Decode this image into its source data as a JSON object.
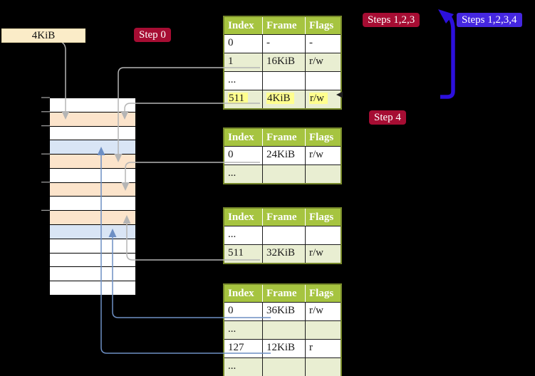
{
  "frame_label": "4KiB",
  "badges": {
    "step0": "Step 0",
    "steps123": "Steps 1,2,3",
    "steps1234": "Steps 1,2,3,4",
    "step4": "Step 4"
  },
  "colors": {
    "badge_red": "#a60d33",
    "badge_blue": "#4527e0",
    "big_arrow_blue": "#2c10dc",
    "connector_gray": "#b5b5b5",
    "connector_blue": "#6d8fc4",
    "table_header_green": "#a6c440",
    "table_shade_green": "#e9eed2",
    "highlight_yellow": "#ffff8f",
    "memory_peach": "#fce4cb",
    "memory_blue": "#d9e5f5",
    "frame_label_cream": "#fbecc8"
  },
  "page_tables": [
    {
      "headers": [
        "Index",
        "Frame",
        "Flags"
      ],
      "rows": [
        {
          "cells": [
            "0",
            "-",
            "-"
          ],
          "shaded": false,
          "highlight": false
        },
        {
          "cells": [
            "1",
            "16KiB",
            "r/w"
          ],
          "shaded": true,
          "highlight": false
        },
        {
          "cells": [
            "...",
            "",
            ""
          ],
          "shaded": false,
          "highlight": false
        },
        {
          "cells": [
            "511",
            "4KiB",
            "r/w"
          ],
          "shaded": true,
          "highlight": true
        }
      ]
    },
    {
      "headers": [
        "Index",
        "Frame",
        "Flags"
      ],
      "rows": [
        {
          "cells": [
            "0",
            "24KiB",
            "r/w"
          ],
          "shaded": false,
          "highlight": false
        },
        {
          "cells": [
            "...",
            "",
            ""
          ],
          "shaded": true,
          "highlight": false
        }
      ]
    },
    {
      "headers": [
        "Index",
        "Frame",
        "Flags"
      ],
      "rows": [
        {
          "cells": [
            "...",
            "",
            ""
          ],
          "shaded": false,
          "highlight": false
        },
        {
          "cells": [
            "511",
            "32KiB",
            "r/w"
          ],
          "shaded": true,
          "highlight": false
        }
      ]
    },
    {
      "headers": [
        "Index",
        "Frame",
        "Flags"
      ],
      "rows": [
        {
          "cells": [
            "0",
            "36KiB",
            "r/w"
          ],
          "shaded": false,
          "highlight": false
        },
        {
          "cells": [
            "...",
            "",
            ""
          ],
          "shaded": true,
          "highlight": false
        },
        {
          "cells": [
            "127",
            "12KiB",
            "r"
          ],
          "shaded": false,
          "highlight": false
        },
        {
          "cells": [
            "...",
            "",
            ""
          ],
          "shaded": true,
          "highlight": false
        }
      ]
    }
  ],
  "memory": {
    "rows": [
      "white",
      "peach",
      "white",
      "blue",
      "peach",
      "white",
      "peach",
      "white",
      "peach",
      "blue",
      "white",
      "white",
      "white",
      "white"
    ]
  }
}
